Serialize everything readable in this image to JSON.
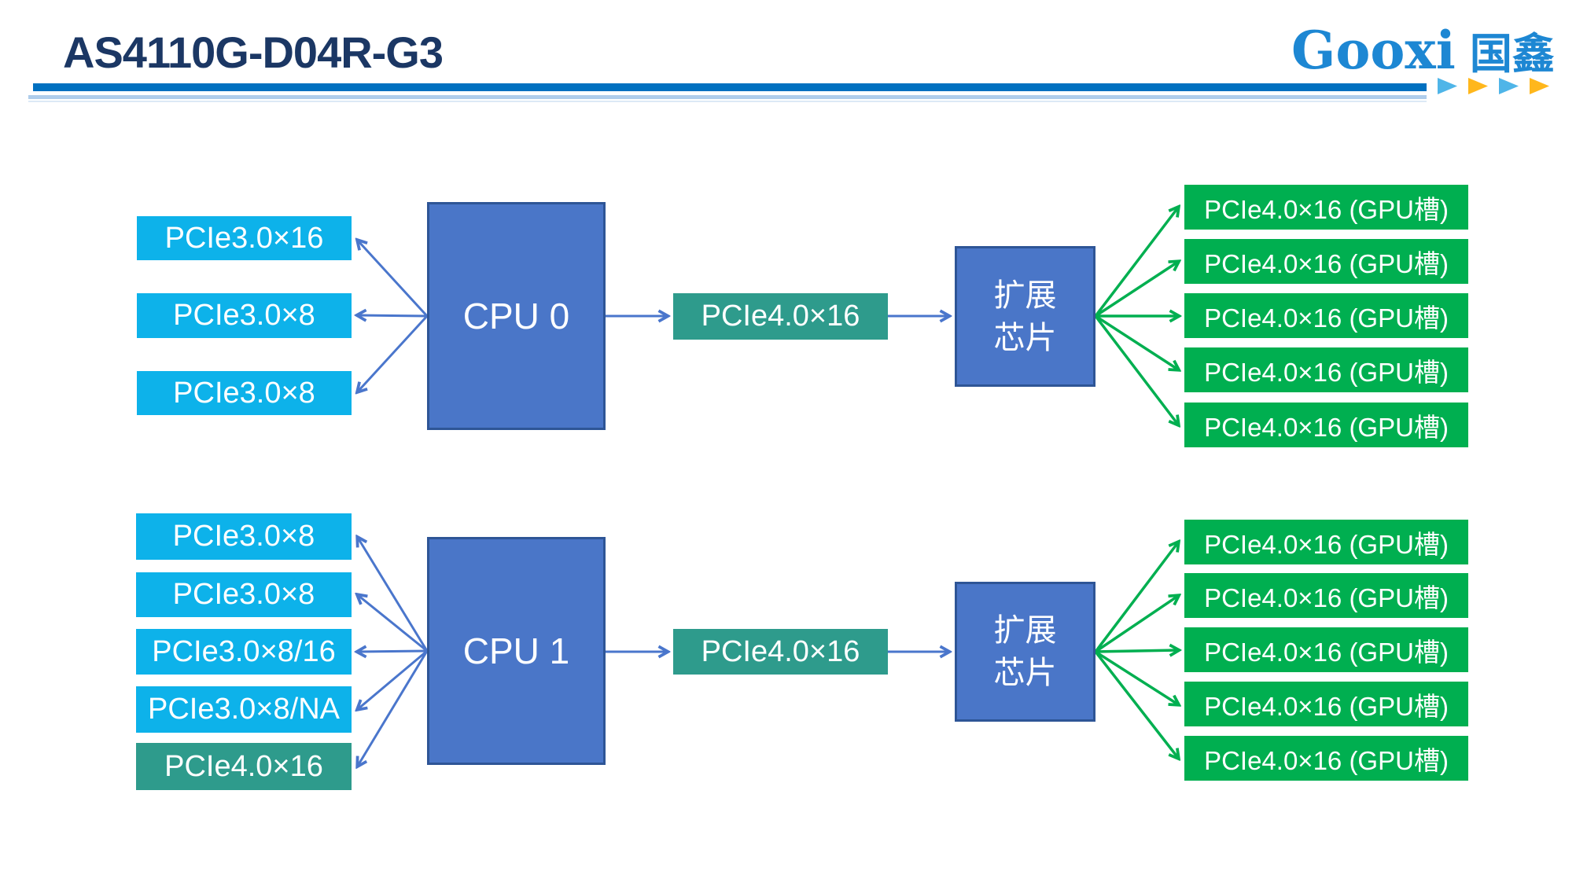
{
  "header": {
    "title": "AS4110G-D04R-G3",
    "brand": {
      "latin": "Gooxi",
      "cjk": "国鑫"
    }
  },
  "colors": {
    "cyan": "#0DB2EA",
    "teal": "#2E9B8C",
    "green": "#00AF50",
    "cpu_fill": "#4A76C8",
    "cpu_border": "#2E5596",
    "blue_arrow": "#4A76CC",
    "green_arrow": "#00AF50",
    "title_navy": "#1B3764",
    "brand_blue": "#1D87D3",
    "bar_blue": "#0070C0",
    "bar_light": "#AFCDEB",
    "bar_faint": "#DCE9F6",
    "tri_blue": "#4FB5E8",
    "tri_orange": "#FFB71C"
  },
  "clusters": [
    {
      "cpu_label": "CPU 0",
      "left_slots": [
        {
          "label": "PCIe3.0×16"
        },
        {
          "label": "PCIe3.0×8"
        },
        {
          "label": "PCIe3.0×8"
        }
      ],
      "uplink_label": "PCIe4.0×16",
      "expander_line1": "扩展",
      "expander_line2": "芯片",
      "gpu_slots": [
        {
          "label": "PCIe4.0×16 (GPU槽)"
        },
        {
          "label": "PCIe4.0×16 (GPU槽)"
        },
        {
          "label": "PCIe4.0×16 (GPU槽)"
        },
        {
          "label": "PCIe4.0×16 (GPU槽)"
        },
        {
          "label": "PCIe4.0×16 (GPU槽)"
        }
      ]
    },
    {
      "cpu_label": "CPU 1",
      "left_slots": [
        {
          "label": "PCIe3.0×8"
        },
        {
          "label": "PCIe3.0×8"
        },
        {
          "label": "PCIe3.0×8/16"
        },
        {
          "label": "PCIe3.0×8/NA"
        },
        {
          "label": "PCIe4.0×16"
        }
      ],
      "uplink_label": "PCIe4.0×16",
      "expander_line1": "扩展",
      "expander_line2": "芯片",
      "gpu_slots": [
        {
          "label": "PCIe4.0×16 (GPU槽)"
        },
        {
          "label": "PCIe4.0×16 (GPU槽)"
        },
        {
          "label": "PCIe4.0×16 (GPU槽)"
        },
        {
          "label": "PCIe4.0×16 (GPU槽)"
        },
        {
          "label": "PCIe4.0×16 (GPU槽)"
        }
      ]
    }
  ]
}
